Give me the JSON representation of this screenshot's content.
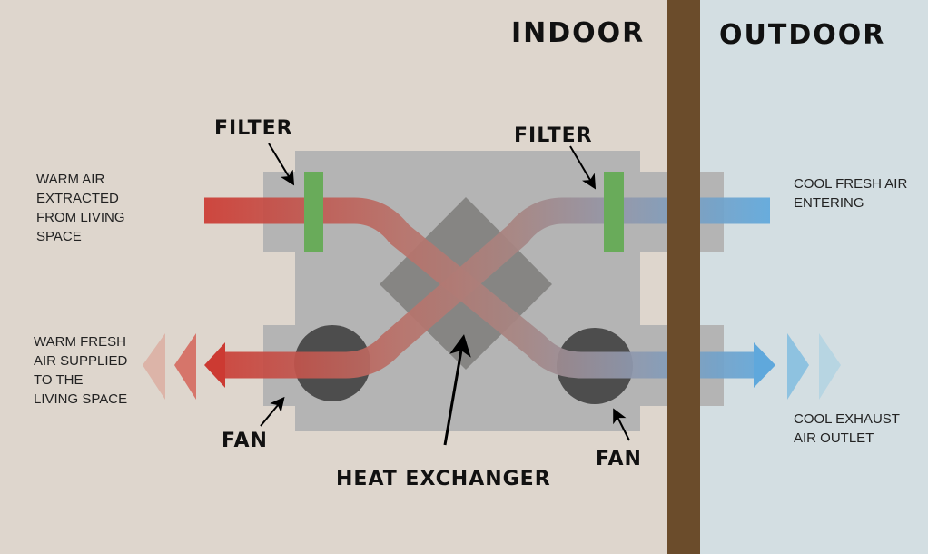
{
  "zones": {
    "indoor": "INDOOR",
    "outdoor": "OUTDOOR"
  },
  "callouts": {
    "filter_left": "FILTER",
    "filter_right": "FILTER",
    "fan_left": "FAN",
    "fan_right": "FAN",
    "heat_exchanger": "HEAT EXCHANGER"
  },
  "labels": {
    "warm_extracted": [
      "WARM AIR",
      "EXTRACTED",
      "FROM LIVING",
      "SPACE"
    ],
    "warm_supplied": [
      "WARM FRESH",
      "AIR SUPPLIED",
      "TO THE",
      "LIVING SPACE"
    ],
    "cool_entering": [
      "COOL FRESH AIR",
      "ENTERING"
    ],
    "cool_exhaust": [
      "COOL EXHAUST",
      "AIR OUTLET"
    ]
  },
  "colors": {
    "warm": "#cc3a32",
    "cool": "#5fa8dc",
    "filter": "#69ab5a",
    "wall": "#6b4c2b",
    "indoor_bg": "#ded6cd",
    "outdoor_bg": "#d3dee2"
  }
}
